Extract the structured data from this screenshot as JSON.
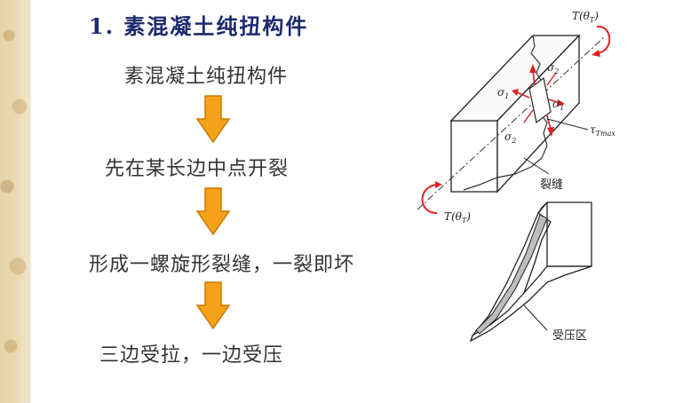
{
  "heading": "1. 素混凝土纯扭构件",
  "steps": [
    "素混凝土纯扭构件",
    "先在某长边中点开裂",
    "形成一螺旋形裂缝，一裂即坏",
    "三边受拉，一边受压"
  ],
  "figure": {
    "torque_top": "T(θ",
    "torque_sub": "T",
    "torque_close": ")",
    "sigma1_left": "σ",
    "sigma2_top": "σ",
    "sigma1_right": "σ",
    "sigma2_bottom": "σ",
    "sub_1": "1",
    "sub_2": "2",
    "tau_label": "τ",
    "tau_sub": "Tmax",
    "crack_label": "裂缝",
    "compression_zone_label": "受压区"
  },
  "colors": {
    "heading": "#1c2a6e",
    "arrow_fill": "#f5a21a",
    "arrow_stroke": "#c97a00",
    "red": "#e02020"
  }
}
